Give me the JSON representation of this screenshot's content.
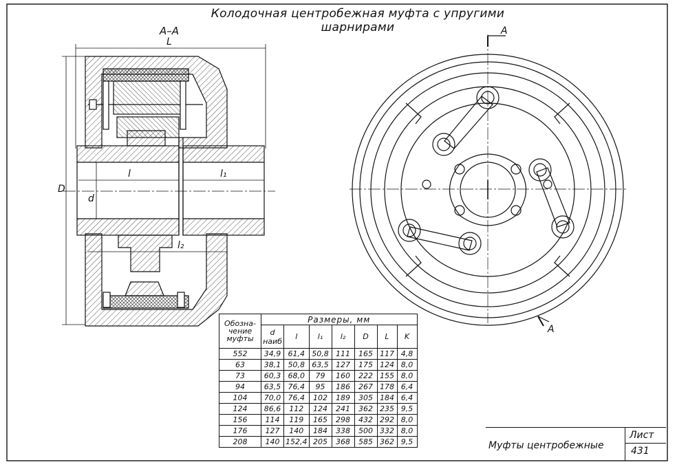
{
  "title": {
    "line1": "Колодочная центробежная муфта с упругими",
    "line2": "шарнирами"
  },
  "section_labels": {
    "section_view": "А–А",
    "cut_mark_top": "А",
    "cut_mark_bottom": "А"
  },
  "dimension_labels": {
    "L": "L",
    "D": "D",
    "d": "d",
    "l": "l",
    "l1": "l₁",
    "l2": "l₂"
  },
  "table": {
    "header_name": [
      "Обозна-",
      "чение",
      "муфты"
    ],
    "header_group": "Размеры, мм",
    "columns": [
      "d наиб",
      "l",
      "l₁",
      "l₂",
      "D",
      "L",
      "K"
    ],
    "rows": [
      [
        "552",
        "34,9",
        "61,4",
        "50,8",
        "111",
        "165",
        "117",
        "4,8"
      ],
      [
        "63",
        "38,1",
        "50,8",
        "63,5",
        "127",
        "175",
        "124",
        "8,0"
      ],
      [
        "73",
        "60,3",
        "68,0",
        "79",
        "160",
        "222",
        "155",
        "8,0"
      ],
      [
        "94",
        "63,5",
        "76,4",
        "95",
        "186",
        "267",
        "178",
        "6,4"
      ],
      [
        "104",
        "70,0",
        "76,4",
        "102",
        "189",
        "305",
        "184",
        "6,4"
      ],
      [
        "124",
        "86,6",
        "112",
        "124",
        "241",
        "362",
        "235",
        "9,5"
      ],
      [
        "156",
        "114",
        "119",
        "165",
        "298",
        "432",
        "292",
        "8,0"
      ],
      [
        "176",
        "127",
        "140",
        "184",
        "338",
        "500",
        "332",
        "8,0"
      ],
      [
        "208",
        "140",
        "152,4",
        "205",
        "368",
        "585",
        "362",
        "9,5"
      ]
    ]
  },
  "stamp": {
    "name": "Муфты центробежные",
    "sheet_label": "Лист",
    "sheet_number": "431"
  }
}
